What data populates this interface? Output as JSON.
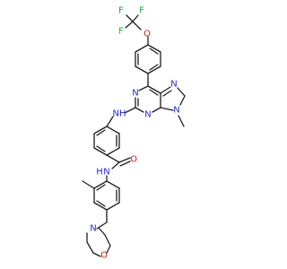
{
  "colors": {
    "background": "#ffffff",
    "bond": "#1e1e1e",
    "N": "#2a2ad0",
    "O": "#d01818",
    "F": "#16a83a"
  },
  "molecule": {
    "atoms": [
      {
        "id": "F1",
        "el": "F",
        "label": "F"
      },
      {
        "id": "F2",
        "el": "F",
        "label": "F"
      },
      {
        "id": "F3",
        "el": "F",
        "label": "F"
      },
      {
        "id": "O1",
        "el": "O",
        "label": "O"
      },
      {
        "id": "N_im1",
        "el": "N",
        "label": "N"
      },
      {
        "id": "N_pyr1",
        "el": "N",
        "label": "N"
      },
      {
        "id": "N_pyr2",
        "el": "N",
        "label": "N"
      },
      {
        "id": "N_9",
        "el": "N",
        "label": "N"
      },
      {
        "id": "NH1",
        "el": "N",
        "label": "NH"
      },
      {
        "id": "O_amide",
        "el": "O",
        "label": "O"
      },
      {
        "id": "NH2",
        "el": "N",
        "label": "N",
        "sublabel": "H"
      },
      {
        "id": "N_morph",
        "el": "N",
        "label": "N"
      },
      {
        "id": "O_morph",
        "el": "O",
        "label": "O"
      }
    ]
  }
}
